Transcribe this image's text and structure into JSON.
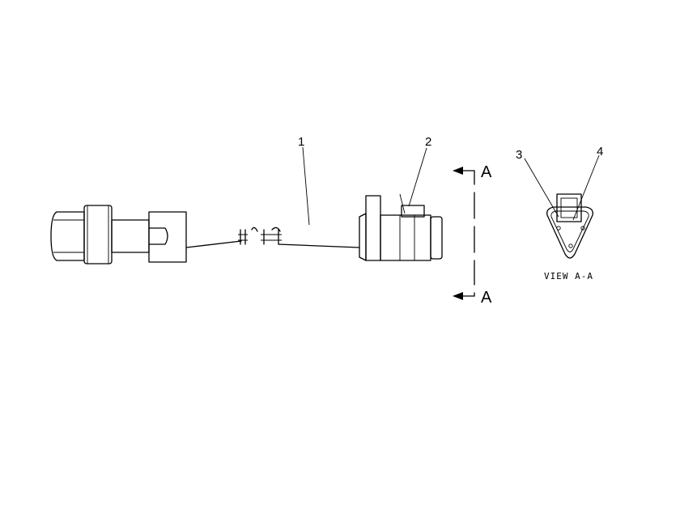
{
  "callouts": {
    "c1": "1",
    "c2": "2",
    "c3": "3",
    "c4": "4"
  },
  "section": {
    "top": "A",
    "bottom": "A"
  },
  "view_label": "VIEW A-A"
}
